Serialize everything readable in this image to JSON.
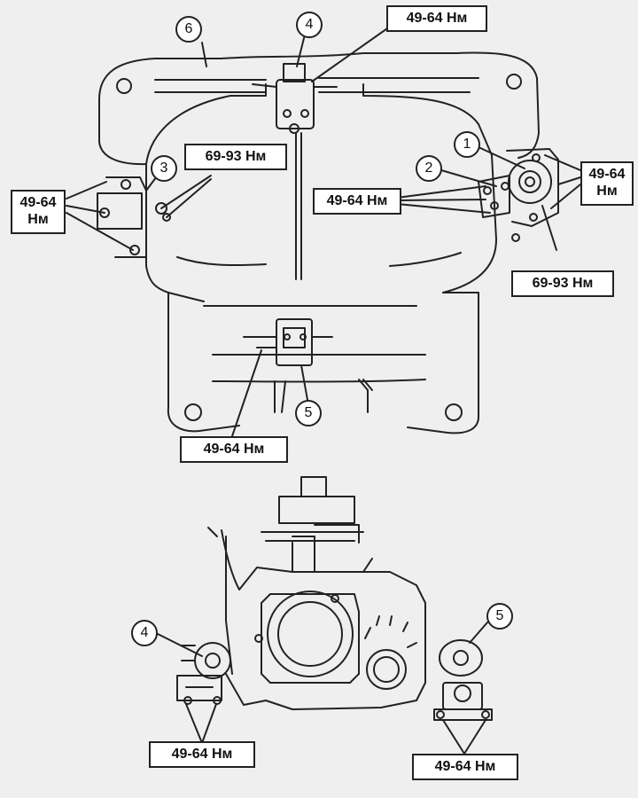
{
  "callouts": {
    "c1": "1",
    "c2": "2",
    "c3": "3",
    "c4_top": "4",
    "c5_top": "5",
    "c6": "6",
    "c4_bottom": "4",
    "c5_bottom": "5"
  },
  "torques": {
    "t_top_center": "49-64 Нм",
    "t_right_top": "49-64 Нм",
    "t_right_mid": "49-64 Нм",
    "t_right_bottom": "69-93 Нм",
    "t_left_two_line": "49-64 Нм",
    "t_left_mid": "69-93 Нм",
    "t_center_bottom": "49-64 Нм",
    "t_lower_left": "49-64 Нм",
    "t_lower_right": "49-64 Нм"
  },
  "colors": {
    "line": "#222222",
    "background": "#efefef",
    "label_fill": "#ffffff"
  }
}
